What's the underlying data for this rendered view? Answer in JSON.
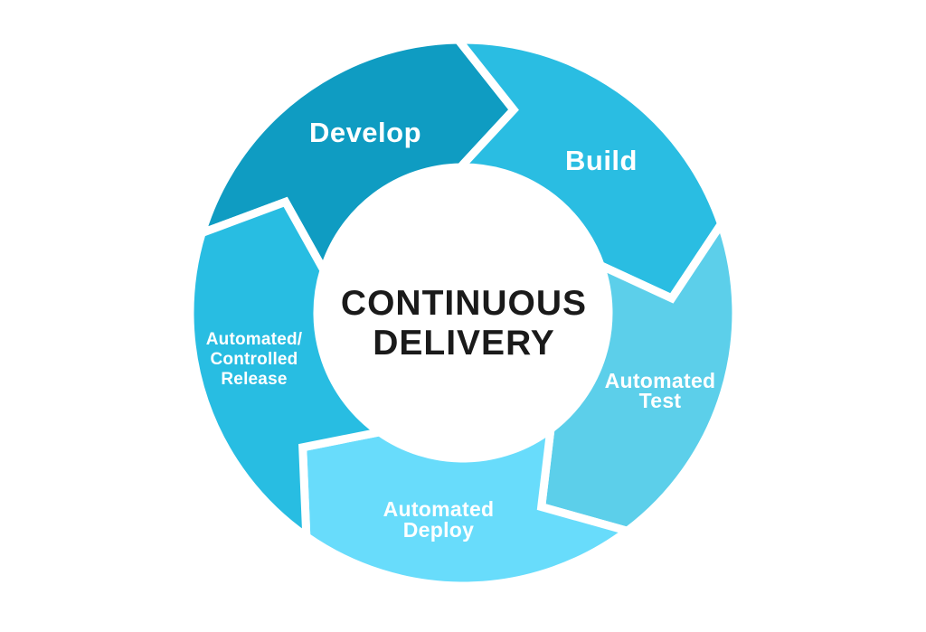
{
  "diagram": {
    "background_color": "#ffffff",
    "gap_color": "#ffffff",
    "center_title": {
      "lines": [
        "CONTINUOUS",
        "DELIVERY"
      ],
      "color": "#1a1a1a"
    },
    "segments": [
      {
        "name": "develop",
        "label_lines": [
          "Develop"
        ],
        "color": "#0f9cc2"
      },
      {
        "name": "build",
        "label_lines": [
          "Build"
        ],
        "color": "#2abde2"
      },
      {
        "name": "automated-test",
        "label_lines": [
          "Automated",
          "Test"
        ],
        "color": "#5ccfea"
      },
      {
        "name": "automated-deploy",
        "label_lines": [
          "Automated",
          "Deploy"
        ],
        "color": "#68dcfb"
      },
      {
        "name": "automated-controlled-release",
        "label_lines": [
          "Automated/",
          "Controlled",
          "Release"
        ],
        "color": "#28bde2"
      }
    ]
  }
}
